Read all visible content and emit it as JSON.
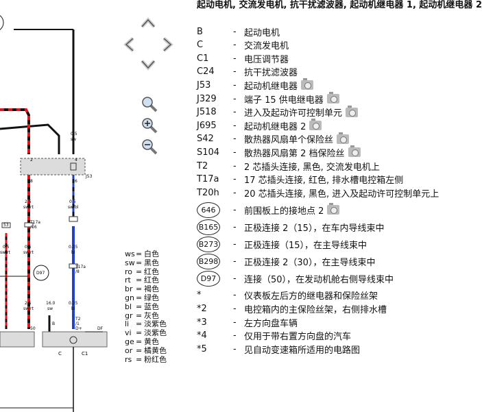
{
  "title": "起动电机, 交流发电机, 抗干扰滤波器, 起动机继电器 1, 起动机继电器 2",
  "nav_icons": [
    "up-arrow-icon",
    "left-arrow-icon",
    "right-arrow-icon",
    "down-arrow-icon"
  ],
  "zoom_icons": [
    "zoom-icon",
    "zoom-in-icon",
    "zoom-out-icon"
  ],
  "legend": [
    {
      "code": "B",
      "desc": "起动电机",
      "cam": false
    },
    {
      "code": "C",
      "desc": "交流发电机",
      "cam": false
    },
    {
      "code": "C1",
      "desc": "电压调节器",
      "cam": false
    },
    {
      "code": "C24",
      "desc": "抗干扰滤波器",
      "cam": false
    },
    {
      "code": "J53",
      "desc": "起动机继电器",
      "cam": true
    },
    {
      "code": "J329",
      "desc": "端子 15 供电继电器",
      "cam": true
    },
    {
      "code": "J518",
      "desc": "进入及起动许可控制单元",
      "cam": true
    },
    {
      "code": "J695",
      "desc": "起动机继电器 2",
      "cam": true
    },
    {
      "code": "S42",
      "desc": "散热器风扇单个保险丝",
      "cam": true
    },
    {
      "code": "S104",
      "desc": "散热器风扇第 2 档保险丝",
      "cam": true
    },
    {
      "code": "T2",
      "desc": "2 芯插头连接, 黑色, 交流发电机上",
      "cam": false
    },
    {
      "code": "T17a",
      "desc": "17 芯插头连接, 红色, 排水槽电控箱左侧",
      "cam": false
    },
    {
      "code": "T20h",
      "desc": "20 芯插头连接, 黑色, 进入及起动许可控制单元上",
      "cam": false
    }
  ],
  "points": [
    {
      "code": "646",
      "desc": "前围板上的接地点 2",
      "cam": true
    },
    {
      "code": "B165",
      "desc": "正极连接 2（15），在车内导线束中",
      "cam": false
    },
    {
      "code": "B273",
      "desc": "正极连接（15），在主导线束中",
      "cam": false
    },
    {
      "code": "B298",
      "desc": "正极连接 2（30），在主导线束中",
      "cam": false
    },
    {
      "code": "D97",
      "desc": "连接（50），在发动机舱右侧导线束中",
      "cam": false
    }
  ],
  "notes": [
    {
      "code": "*",
      "desc": "仪表板左后方的继电器和保险丝架"
    },
    {
      "code": "*2",
      "desc": "电控箱内的主保险丝架，右侧排水槽"
    },
    {
      "code": "*3",
      "desc": "左方向盘车辆"
    },
    {
      "code": "*4",
      "desc": "仅用于带右置方向盘的汽车"
    },
    {
      "code": "*5",
      "desc": "见自动变速箱所适用的电路图"
    }
  ],
  "dash": "-",
  "colors": [
    {
      "code": "ws",
      "name": "白色"
    },
    {
      "code": "sw",
      "name": "黑色"
    },
    {
      "code": "ro",
      "name": "红色"
    },
    {
      "code": "rt",
      "name": "红色"
    },
    {
      "code": "br",
      "name": "褐色"
    },
    {
      "code": "gn",
      "name": "绿色"
    },
    {
      "code": "bl",
      "name": "蓝色"
    },
    {
      "code": "gr",
      "name": "灰色"
    },
    {
      "code": "li",
      "name": "淡紫色"
    },
    {
      "code": "vi",
      "name": "淡紫色"
    },
    {
      "code": "ge",
      "name": "黄色"
    },
    {
      "code": "or",
      "name": "橘黄色"
    },
    {
      "code": "rs",
      "name": "粉红色"
    }
  ],
  "eq": "=",
  "wire_colors": {
    "red": "#e3141c",
    "black": "#111111",
    "blue": "#1f3fd8"
  },
  "diagram": {
    "wire_labels": [
      {
        "id": "wl-1",
        "text": "0.5"
      },
      {
        "id": "wl-2",
        "text": "sw"
      },
      {
        "id": "wl-3",
        "text": "2.5"
      },
      {
        "id": "wl-4",
        "text": "sw/rt"
      },
      {
        "id": "wl-5",
        "text": "0.5"
      },
      {
        "id": "wl-6",
        "text": "sw/bl"
      },
      {
        "id": "wl-7",
        "text": "0.5"
      },
      {
        "id": "wl-8",
        "text": "sw/rt"
      },
      {
        "id": "wl-9",
        "text": "0.5"
      },
      {
        "id": "wl-10",
        "text": "sw/rt"
      },
      {
        "id": "wl-11",
        "text": "0.35"
      },
      {
        "id": "wl-12",
        "text": "bl"
      },
      {
        "id": "wl-13",
        "text": "0.35"
      },
      {
        "id": "wl-14",
        "text": "bl"
      },
      {
        "id": "wl-15",
        "text": "2.5"
      },
      {
        "id": "wl-16",
        "text": "sw/rt"
      },
      {
        "id": "wl-17",
        "text": "16.0"
      },
      {
        "id": "wl-18",
        "text": "sw"
      }
    ],
    "pins": [
      {
        "id": "p-2",
        "text": "2"
      },
      {
        "id": "p-4",
        "text": "4"
      },
      {
        "id": "p-8",
        "text": "8"
      },
      {
        "id": "p-6",
        "text": "6"
      },
      {
        "id": "p-j53",
        "text": "J53"
      },
      {
        "id": "p-t17",
        "text": "T17a"
      },
      {
        "id": "p-16",
        "text": "/16"
      },
      {
        "id": "p-53",
        "text": "53"
      },
      {
        "id": "p-t17b",
        "text": "T17a"
      },
      {
        "id": "p-8b",
        "text": "/8"
      },
      {
        "id": "p-50",
        "text": "50"
      },
      {
        "id": "p-b",
        "text": "B"
      },
      {
        "id": "p-t2",
        "text": "T2"
      },
      {
        "id": "p-1",
        "text": "/1"
      },
      {
        "id": "p-d",
        "text": "D+"
      },
      {
        "id": "p-df",
        "text": "DF"
      },
      {
        "id": "p-c",
        "text": "C"
      },
      {
        "id": "p-c1",
        "text": "C1"
      },
      {
        "id": "p-d97",
        "text": "D97"
      }
    ]
  }
}
